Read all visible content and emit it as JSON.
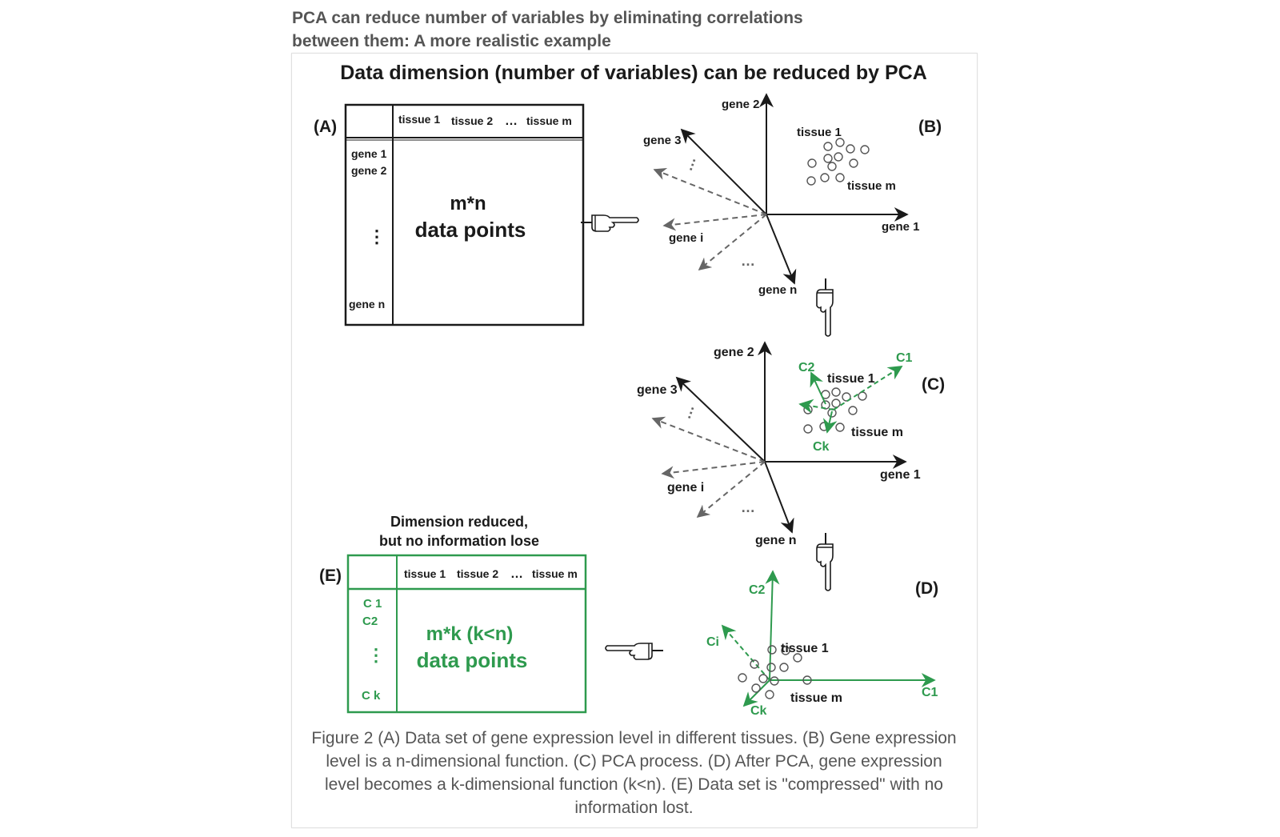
{
  "page": {
    "heading_line1": "PCA can reduce number of variables by eliminating correlations",
    "heading_line2": "between them: A more realistic example"
  },
  "figure": {
    "title": "Data dimension (number of variables) can be reduced by PCA",
    "panel_a": {
      "label": "(A)",
      "col_headers": [
        "tissue 1",
        "tissue 2",
        "…",
        "tissue m"
      ],
      "row_headers": [
        "gene 1",
        "gene 2",
        "⋮",
        "gene n"
      ],
      "body_line1": "m*n",
      "body_line2": "data points"
    },
    "panel_b": {
      "label": "(B)",
      "axes": [
        "gene 1",
        "gene 2",
        "gene 3",
        "gene i",
        "gene n"
      ],
      "ellipsis": "…",
      "cluster_labels": [
        "tissue 1",
        "tissue m"
      ]
    },
    "panel_c": {
      "label": "(C)",
      "axes": [
        "gene 1",
        "gene 2",
        "gene 3",
        "gene i",
        "gene n"
      ],
      "ellipsis": "…",
      "cluster_labels": [
        "tissue 1",
        "tissue m"
      ],
      "components": [
        "C1",
        "C2",
        "Ck"
      ]
    },
    "panel_d": {
      "label": "(D)",
      "axes": [
        "C1",
        "C2",
        "Ci",
        "Ck"
      ],
      "cluster_labels": [
        "tissue 1",
        "tissue m"
      ]
    },
    "panel_e": {
      "label": "(E)",
      "note_line1": "Dimension reduced,",
      "note_line2": "but no information lose",
      "col_headers": [
        "tissue 1",
        "tissue 2",
        "…",
        "tissue m"
      ],
      "row_headers": [
        "C 1",
        "C2",
        "⋮",
        "C k"
      ],
      "body_line1": "m*k (k<n)",
      "body_line2": "data points"
    },
    "colors": {
      "ink": "#1a1a1a",
      "green": "#2e9a4e",
      "dashed": "#666666"
    }
  },
  "caption": {
    "lines": [
      "Figure 2 (A) Data set of gene expression level in different tissues. (B) Gene expression",
      "level is a n-dimensional function. (C) PCA process. (D) After PCA, gene expression",
      "level becomes a k-dimensional function (k<n). (E) Data set is \"compressed\" with no",
      "information lost."
    ]
  }
}
